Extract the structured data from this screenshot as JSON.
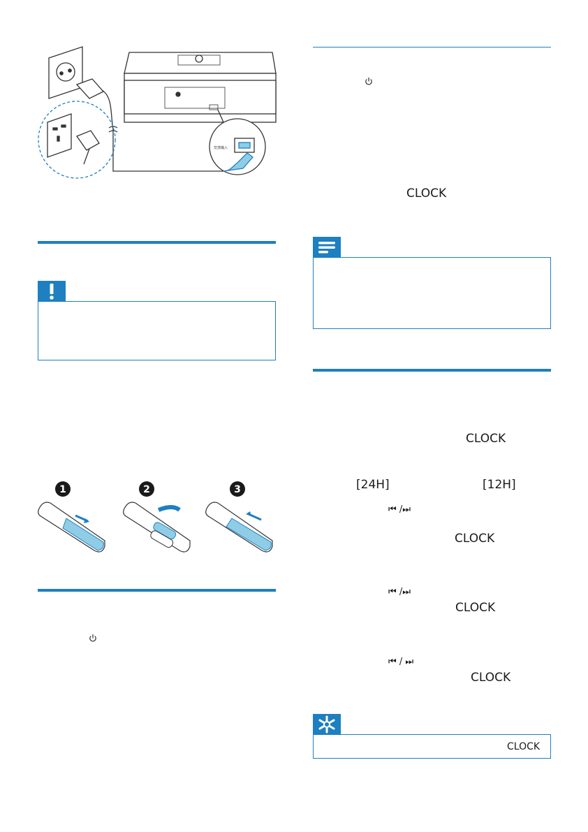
{
  "power_figure": {
    "socket_label": "交流输入"
  },
  "battery_steps": {
    "numbers": [
      "1",
      "2",
      "3"
    ]
  },
  "labels": {
    "clock_top": "CLOCK",
    "clock_1": "CLOCK",
    "format_24h": "[24H]",
    "format_12h": "[12H]",
    "clock_2": "CLOCK",
    "clock_3": "CLOCK",
    "clock_4": "CLOCK",
    "tip_clock": "CLOCK",
    "prev_next_1": "⏮ /⏭",
    "prev_next_2": "⏮ /⏭",
    "prev_next_3": "⏮ / ⏭"
  },
  "colors": {
    "accent": "#1e7fc1",
    "blue_fill": "#8fcde6"
  },
  "icons": {
    "power": "power-icon",
    "warning": "exclamation-icon",
    "note": "note-lines-icon",
    "tip": "asterisk-star-icon"
  }
}
